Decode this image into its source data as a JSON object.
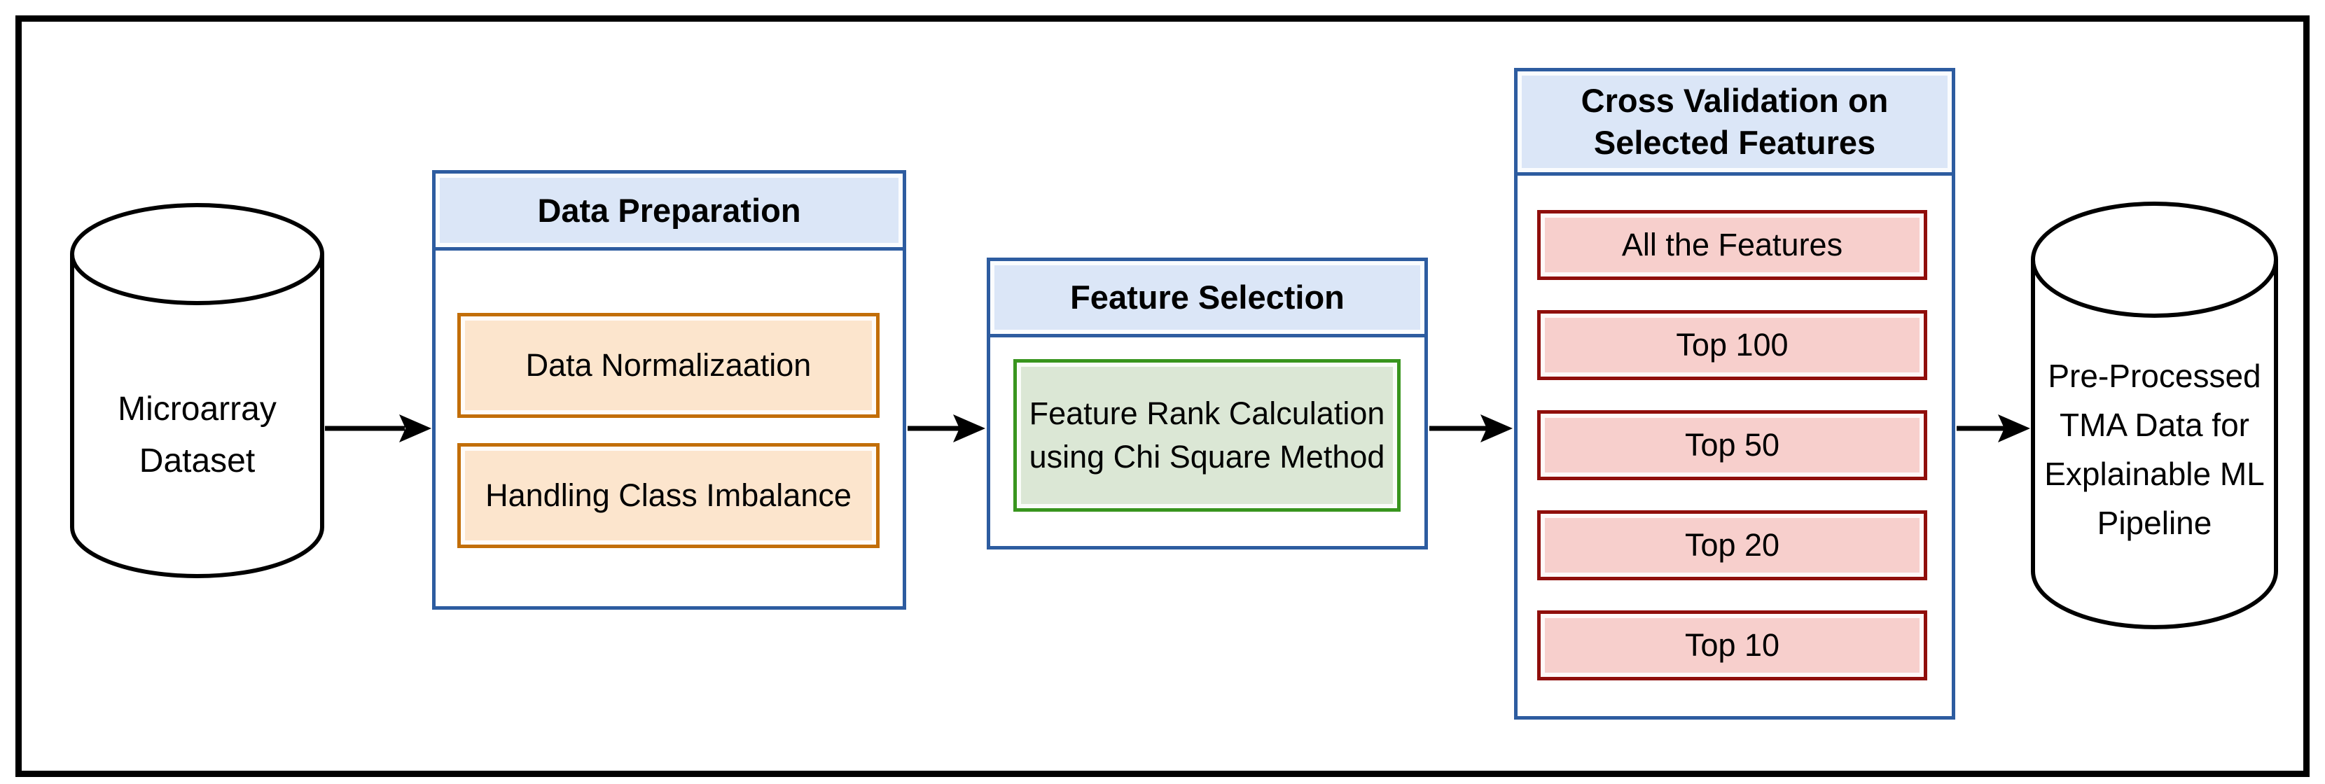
{
  "colors": {
    "frame": "#000000",
    "container_border": "#2d5ca0",
    "container_header_fill": "#dbe6f7",
    "orange_border": "#c26e08",
    "orange_fill": "#fce5cd",
    "green_border": "#38951e",
    "green_fill": "#dbe7d5",
    "red_border": "#8f0e0b",
    "red_fill": "#f7cfcc",
    "arrow": "#000000",
    "cylinder_stroke": "#000000",
    "text": "#000000"
  },
  "nodes": {
    "source_db": {
      "type": "cylinder",
      "label_lines": [
        "Microarray",
        "Dataset"
      ]
    },
    "data_preparation": {
      "title": "Data Preparation",
      "steps": [
        {
          "label": "Data Normalizaation"
        },
        {
          "label": "Handling Class Imbalance"
        }
      ]
    },
    "feature_selection": {
      "title": "Feature Selection",
      "step_lines": [
        "Feature Rank Calculation",
        "using Chi Square Method"
      ]
    },
    "cross_validation": {
      "title_lines": [
        "Cross Validation on",
        "Selected Features"
      ],
      "steps": [
        {
          "label": "All the Features"
        },
        {
          "label": "Top 100"
        },
        {
          "label": "Top 50"
        },
        {
          "label": "Top 20"
        },
        {
          "label": "Top 10"
        }
      ]
    },
    "output_db": {
      "type": "cylinder",
      "label_lines": [
        "Pre-Processed",
        "TMA Data for",
        "Explainable ML",
        "Pipeline"
      ]
    }
  },
  "flow": [
    "source_db",
    "data_preparation",
    "feature_selection",
    "cross_validation",
    "output_db"
  ]
}
